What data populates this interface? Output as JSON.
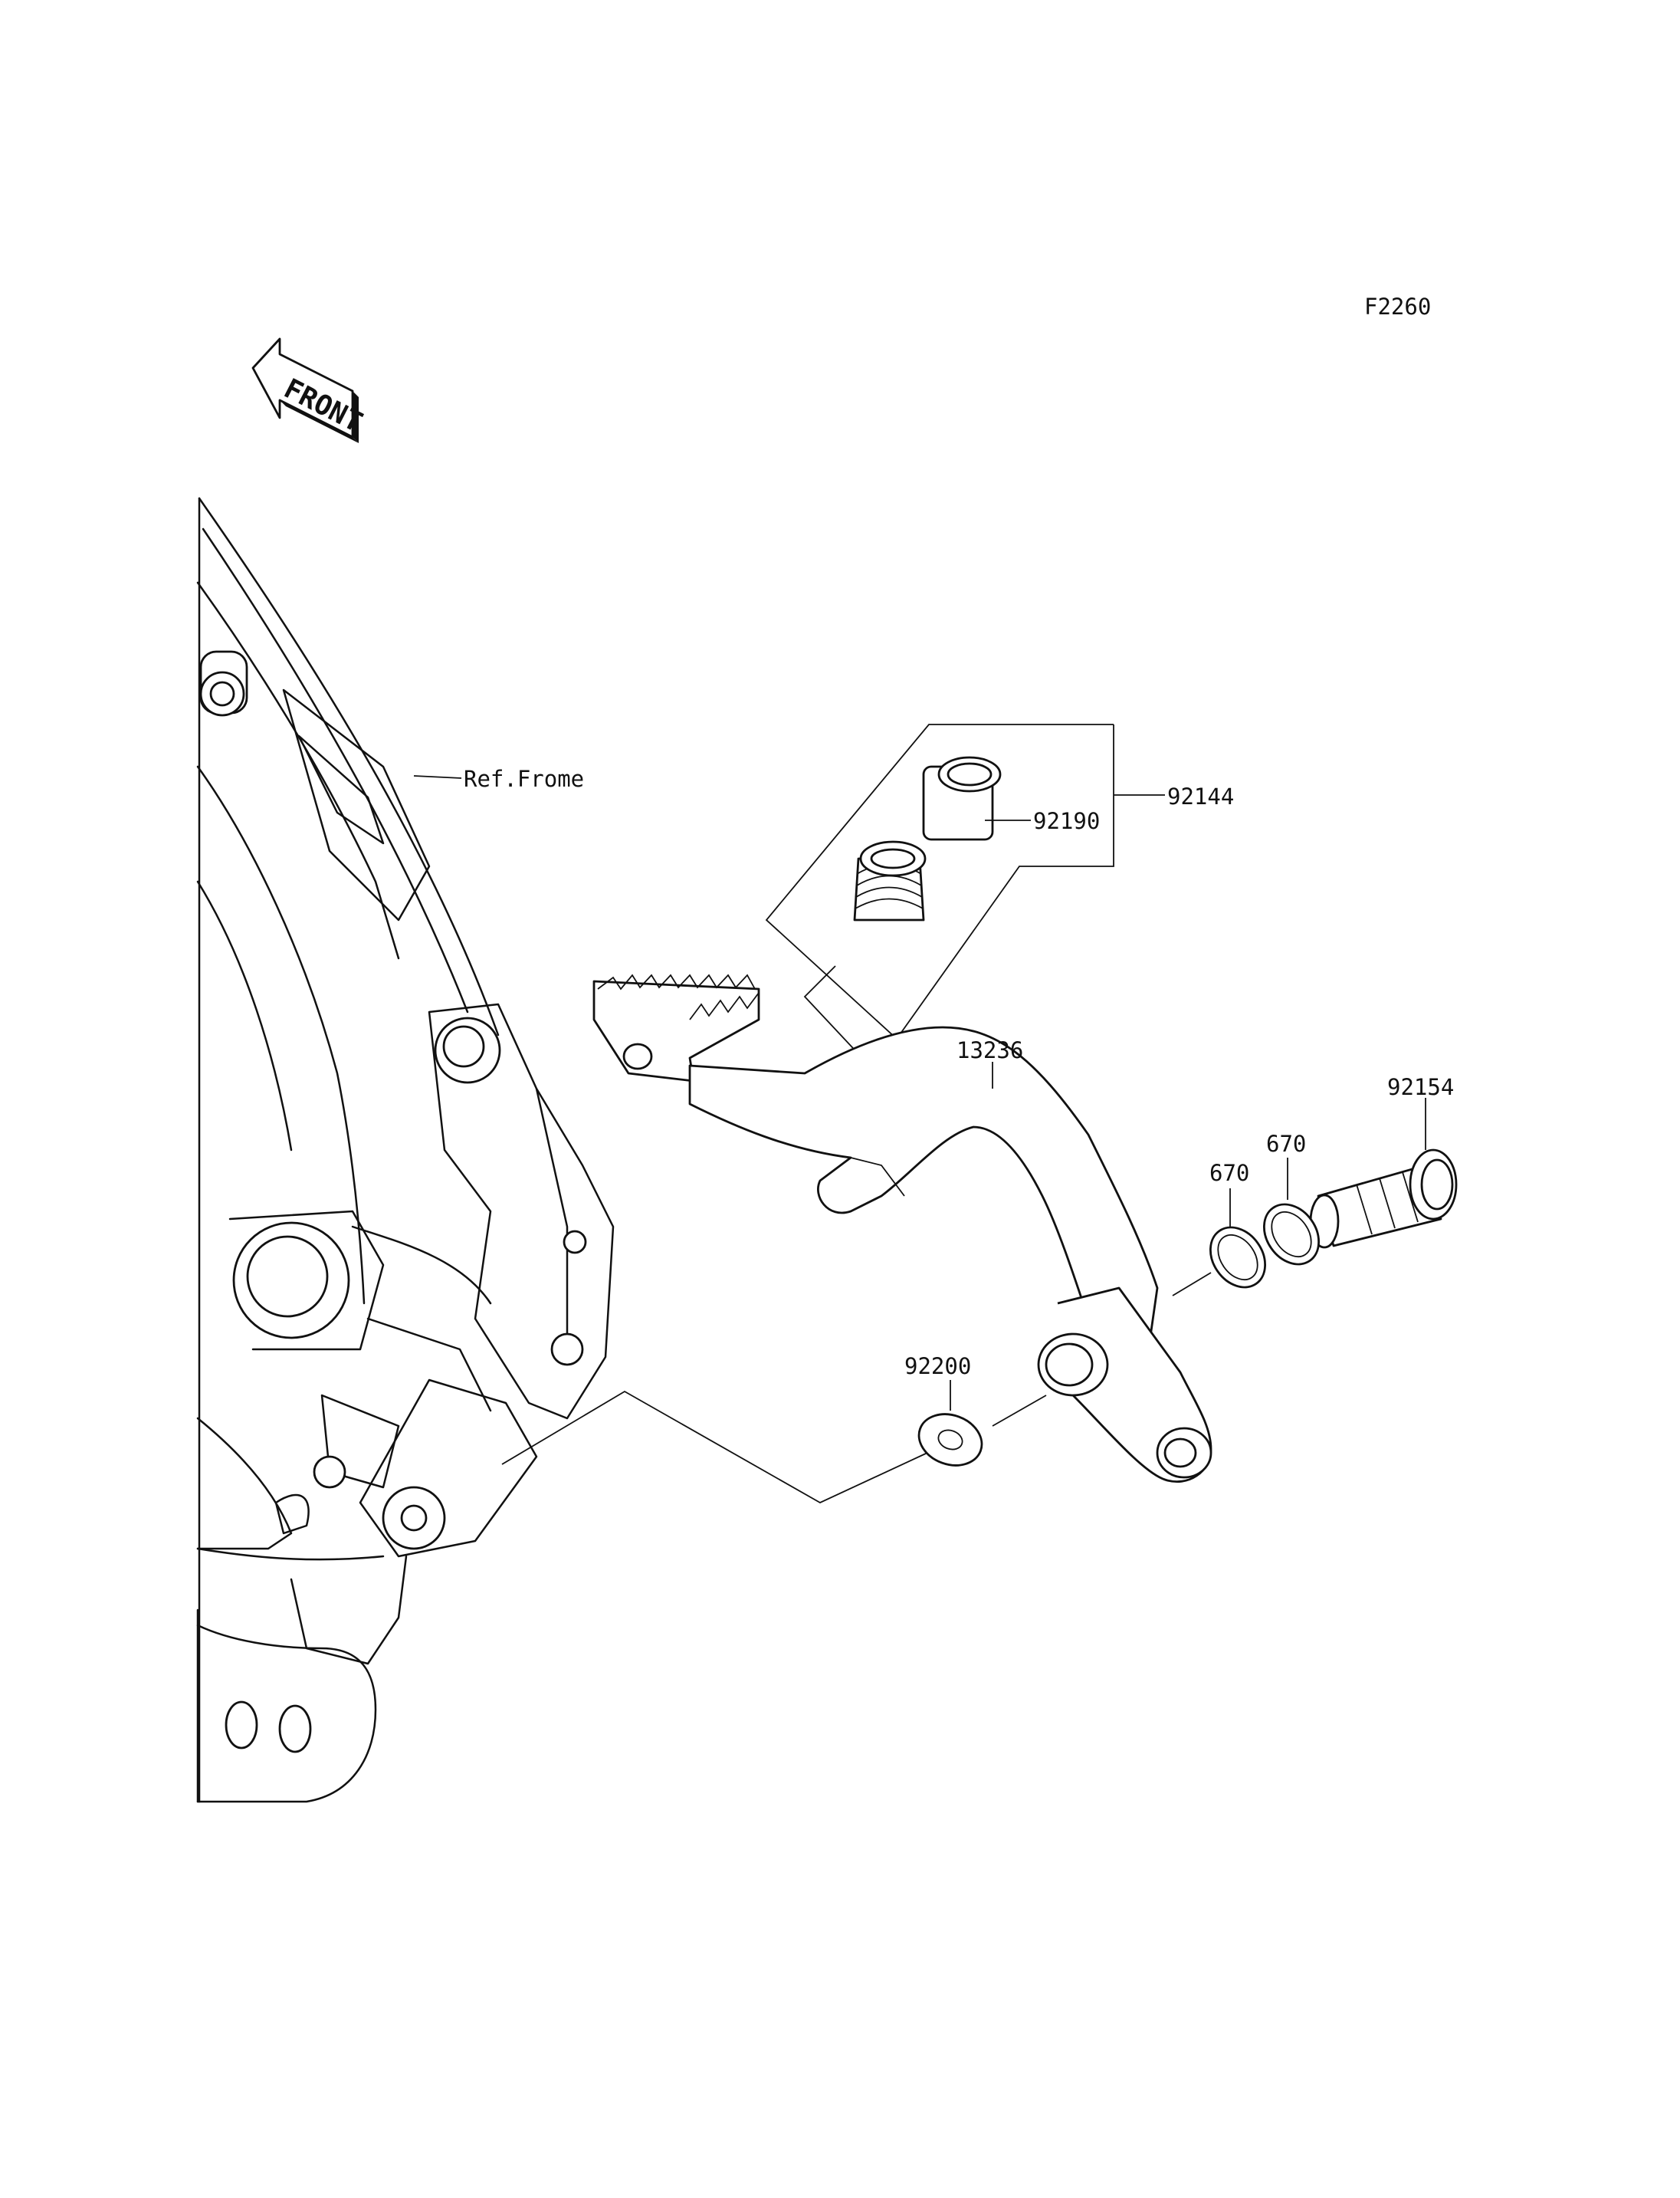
{
  "diagram": {
    "code": "F2260",
    "front_badge": "FRONT",
    "labels": {
      "ref_frame": "Ref.Frome",
      "p92144": "92144",
      "p92190": "92190",
      "p13236": "13236",
      "p92154": "92154",
      "p670_a": "670",
      "p670_b": "670",
      "p92200": "92200"
    }
  }
}
